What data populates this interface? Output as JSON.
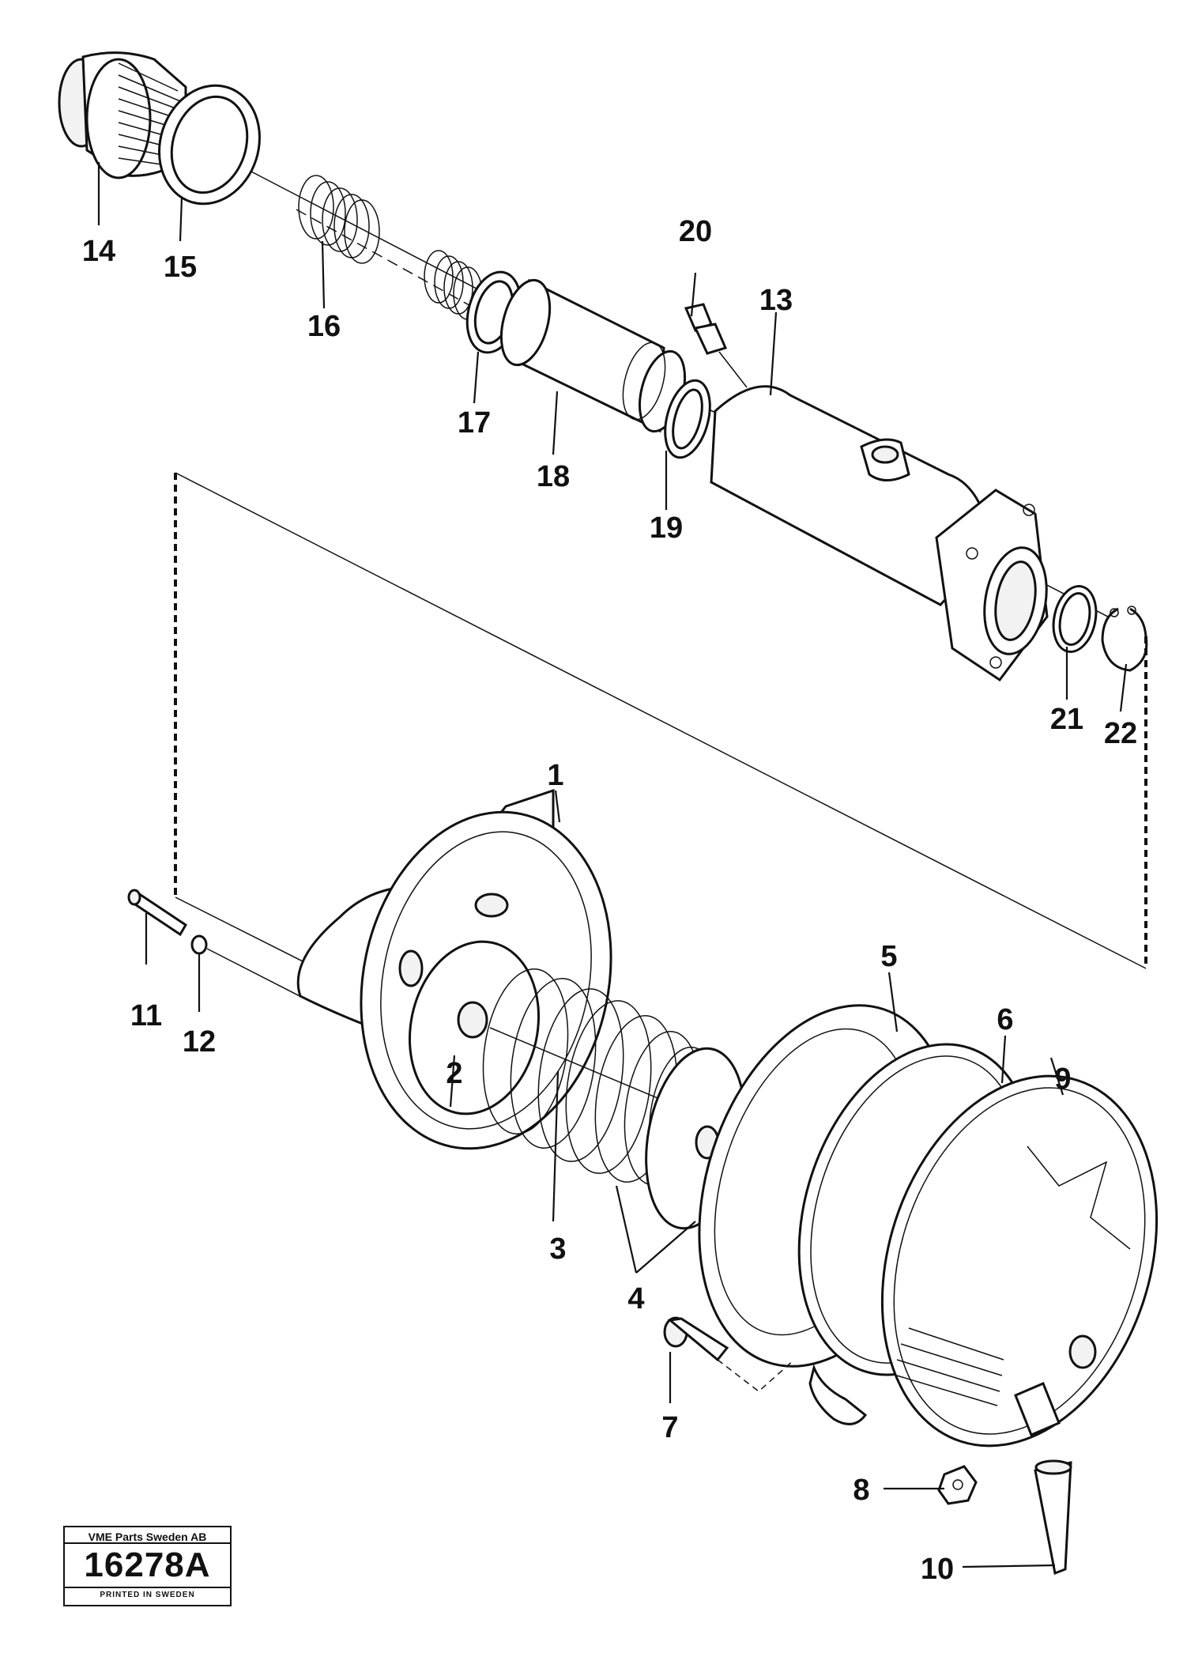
{
  "part_labels": [
    {
      "id": "1",
      "text": "1"
    },
    {
      "id": "2",
      "text": "2"
    },
    {
      "id": "3",
      "text": "3"
    },
    {
      "id": "4",
      "text": "4"
    },
    {
      "id": "5",
      "text": "5"
    },
    {
      "id": "6",
      "text": "6"
    },
    {
      "id": "7",
      "text": "7"
    },
    {
      "id": "8",
      "text": "8"
    },
    {
      "id": "9",
      "text": "9"
    },
    {
      "id": "10",
      "text": "10"
    },
    {
      "id": "11",
      "text": "11"
    },
    {
      "id": "12",
      "text": "12"
    },
    {
      "id": "13",
      "text": "13"
    },
    {
      "id": "14",
      "text": "14"
    },
    {
      "id": "15",
      "text": "15"
    },
    {
      "id": "16",
      "text": "16"
    },
    {
      "id": "17",
      "text": "17"
    },
    {
      "id": "18",
      "text": "18"
    },
    {
      "id": "19",
      "text": "19"
    },
    {
      "id": "20",
      "text": "20"
    },
    {
      "id": "21",
      "text": "21"
    },
    {
      "id": "22",
      "text": "22"
    }
  ],
  "stamp": {
    "company": "VME Parts Sweden AB",
    "drawing_number": "16278A",
    "printed": "PRINTED IN SWEDEN"
  }
}
